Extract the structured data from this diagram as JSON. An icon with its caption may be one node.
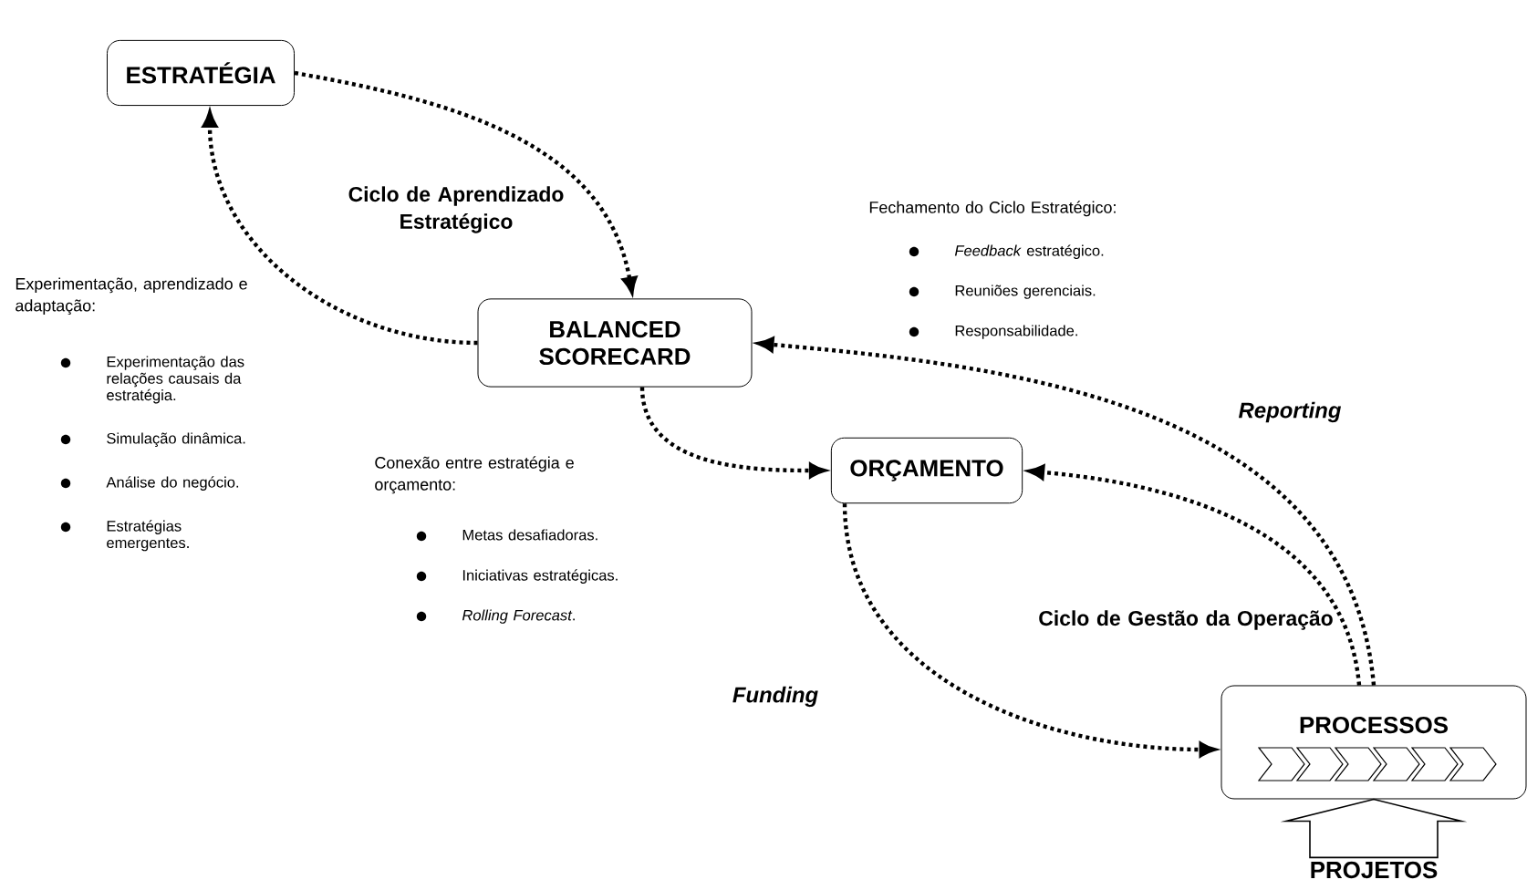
{
  "diagram": {
    "nodes": [
      {
        "text": [
          "ESTRATÉGIA"
        ]
      },
      {
        "text": [
          "BALANCED SCORECARD"
        ]
      },
      {
        "text": [
          "ORÇAMENTO"
        ]
      },
      {
        "text": [
          "PROCESSOS"
        ]
      },
      {
        "text": [
          "PROJETOS"
        ]
      }
    ],
    "edges": [
      {
        "from": 0,
        "to": 1,
        "arrow": "to"
      },
      {
        "from": 1,
        "to": 0,
        "arrow": "to"
      },
      {
        "from": 1,
        "to": 2,
        "arrow": "to"
      },
      {
        "from": 2,
        "to": 3,
        "arrow": "to",
        "label": "Funding"
      },
      {
        "from": 3,
        "to": 2,
        "arrow": "to"
      },
      {
        "from": 3,
        "to": 1,
        "arrow": "to",
        "label": "Reporting"
      },
      {
        "from": 4,
        "to": 3,
        "arrow": "to",
        "style": "thick"
      }
    ],
    "labels": [
      "Ciclo de Aprendizado Estratégico",
      "Fechamento do Ciclo Estratégico:",
      "*Feedback* estratégico.",
      "Reuniões gerenciais.",
      "Responsabilidade.",
      "Experimentação, aprendizado e adaptação:",
      "Experimentação das relações causais da estratégia.",
      "Simulação dinâmica.",
      "Análise do negócio.",
      "Estratégias emergentes.",
      "Conexão entre estratégia e orçamento:",
      "Metas desafiadoras.",
      "Iniciativas estratégicas.",
      "*Rolling Forecast*.",
      "Ciclo de Gestão da Operação"
    ]
  }
}
